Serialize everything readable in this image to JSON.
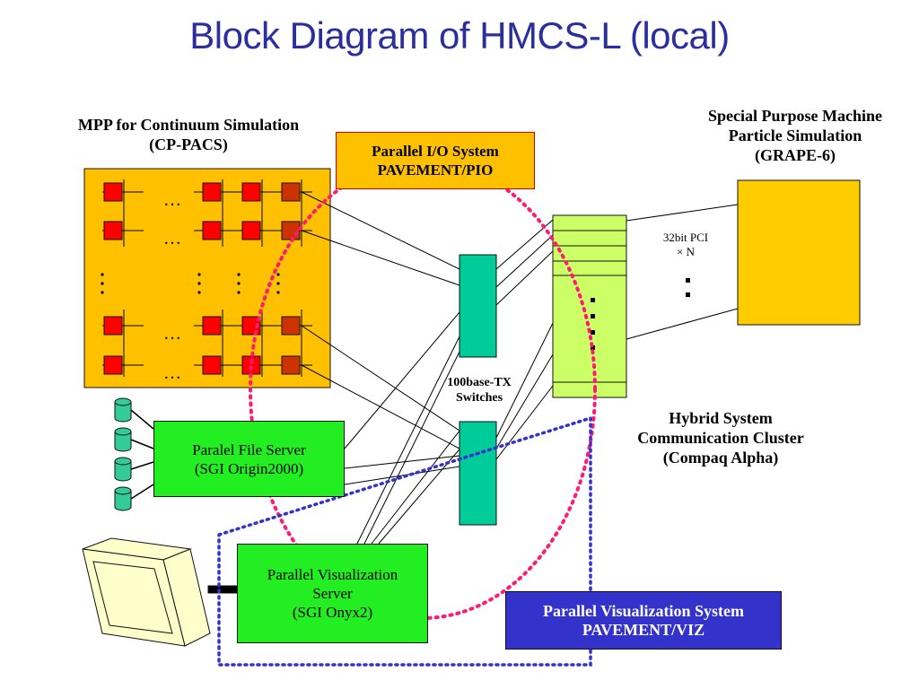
{
  "title": "Block Diagram of HMCS-L (local)",
  "mpp": {
    "line1": "MPP for Continuum Simulation",
    "line2": "(CP-PACS)"
  },
  "pio": {
    "line1": "Parallel I/O System",
    "line2": "PAVEMENT/PIO"
  },
  "grape": {
    "line1": "Special Purpose Machine",
    "line2": "Particle Simulation",
    "line3": "(GRAPE-6)"
  },
  "pci": {
    "line1": "32bit PCI",
    "line2": "× N"
  },
  "switches": {
    "line1": "100base-TX",
    "line2": "Switches"
  },
  "hybrid": {
    "line1": "Hybrid System",
    "line2": "Communication Cluster",
    "line3": "(Compaq Alpha)"
  },
  "file_server": {
    "line1": "Paralel File Server",
    "line2": "(SGI Origin2000)"
  },
  "viz_server": {
    "line1": "Parallel Visualization",
    "line2": "Server",
    "line3": "(SGI Onyx2)"
  },
  "viz_system": {
    "line1": "Parallel Visualization System",
    "line2": "PAVEMENT/VIZ"
  },
  "ellipsis_h": "…",
  "colors": {
    "title": "#2b2f9e",
    "mpp_bg": "#ffc000",
    "node_red": "#ff0000",
    "node_brown": "#cc3300",
    "switch": "#00cc99",
    "cluster": "#ccff66",
    "green_box": "#22ee22",
    "viz_box": "#3333cc",
    "pink_dots": "#ff1a75",
    "blue_dots": "#3333cc",
    "disk": "#33cc99",
    "monitor": "#ffffcc"
  }
}
